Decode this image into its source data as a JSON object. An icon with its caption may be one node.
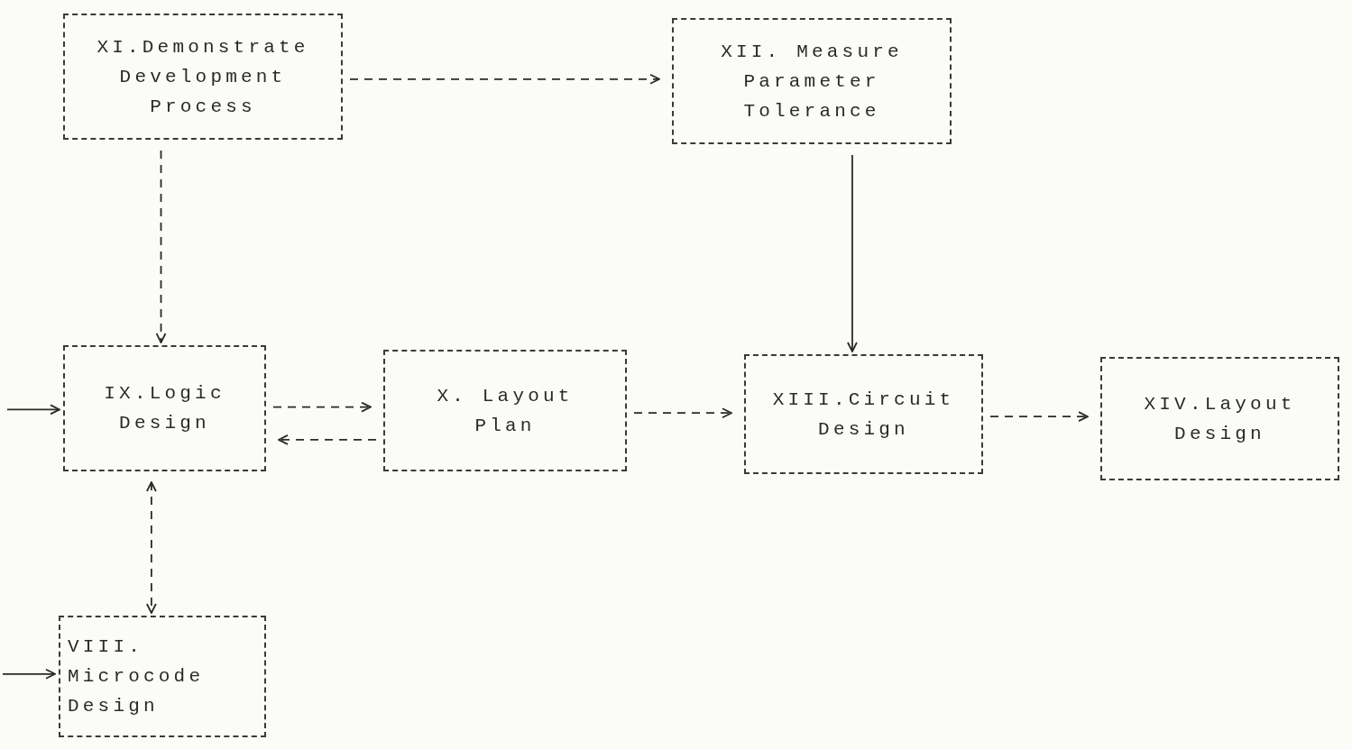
{
  "diagram": {
    "nodes": [
      {
        "text": [
          "XI.Demonstrate Development Process"
        ]
      },
      {
        "text": [
          "XII. Measure Parameter Tolerance"
        ]
      },
      {
        "text": [
          "IX.Logic Design"
        ]
      },
      {
        "text": [
          "X. Layout Plan"
        ]
      },
      {
        "text": [
          "XIII.Circuit Design"
        ]
      },
      {
        "text": [
          "XIV.Layout Design"
        ]
      },
      {
        "text": [
          "VIII. Microcode Design"
        ]
      }
    ],
    "edges": [
      {
        "from": 0,
        "to": 1,
        "arrow": "to",
        "style": "dashed"
      },
      {
        "from": 0,
        "to": 2,
        "arrow": "to",
        "style": "dashed"
      },
      {
        "from": 1,
        "to": 4,
        "arrow": "to"
      },
      {
        "from": 2,
        "to": 3,
        "arrow": "to",
        "style": "dashed"
      },
      {
        "from": 3,
        "to": 2,
        "arrow": "to",
        "style": "dashed"
      },
      {
        "from": 3,
        "to": 4,
        "arrow": "to",
        "style": "dashed"
      },
      {
        "from": 4,
        "to": 5,
        "arrow": "to",
        "style": "dashed"
      },
      {
        "from": 2,
        "to": 6,
        "arrow": "both",
        "style": "dashed"
      },
      {
        "from": null,
        "to": 2,
        "arrow": "to"
      },
      {
        "from": null,
        "to": 6,
        "arrow": "to"
      }
    ]
  }
}
